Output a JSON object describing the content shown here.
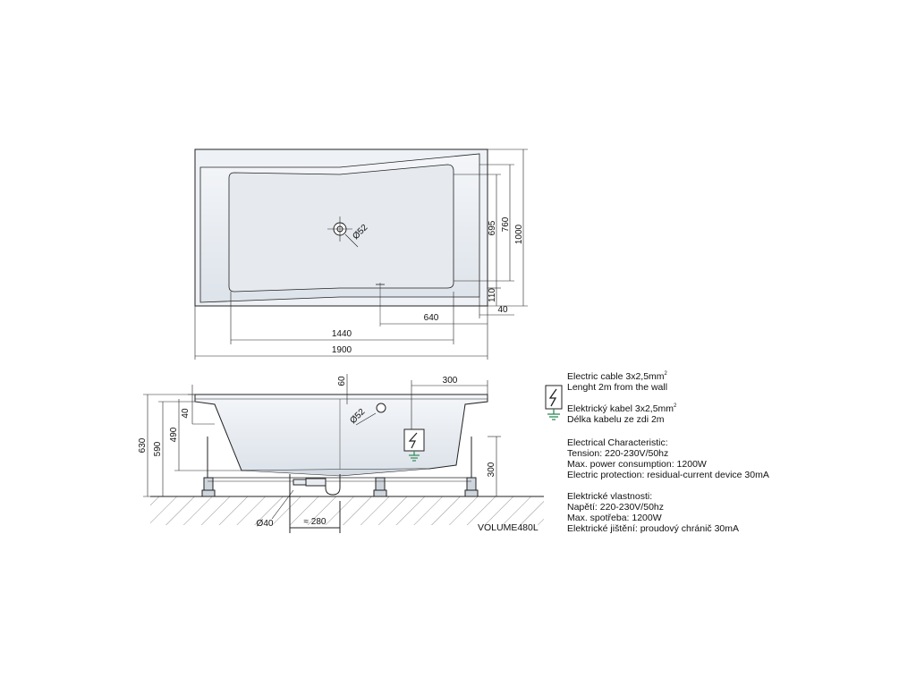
{
  "model": "VOLUME480L",
  "plan_view": {
    "dims": {
      "total_length": "1900",
      "inner_length": "1440",
      "drain_offset": "640",
      "edge_offset": "40",
      "total_width": "1000",
      "width_760": "760",
      "width_695": "695",
      "width_110": "110"
    },
    "drain_label": "Ø52"
  },
  "side_view": {
    "dims": {
      "total_height": "630",
      "height_590": "590",
      "height_490": "490",
      "rim_40": "40",
      "rim_60": "60",
      "offset_300": "300",
      "height_300": "300",
      "waste_pipe": "Ø40",
      "waste_offset": "≈ 280"
    },
    "overflow_label": "Ø52"
  },
  "notes": {
    "cable_en": "Electric cable 3x2,5mm",
    "cable_en_sup": "2",
    "length_en": "Lenght 2m from the wall",
    "cable_cz": "Elektrický kabel 3x2,5mm",
    "cable_cz_sup": "2",
    "length_cz": "Délka kabelu ze zdi 2m",
    "tech_en_title": "Electrical Characteristic:",
    "tech_en_tension": "Tension: 220-230V/50hz",
    "tech_en_power": "Max. power consumption: 1200W",
    "tech_en_protection": "Electric protection: residual-current device 30mA",
    "tech_cz_title": "Elektrické vlastnosti:",
    "tech_cz_tension": "Napětí: 220-230V/50hz",
    "tech_cz_power": "Max. spotřeba: 1200W",
    "tech_cz_protection": "Elektrické jištění: proudový chránič 30mA"
  },
  "colors": {
    "line": "#222222",
    "tub_fill": "#e9edf2",
    "tub_shade": "#d3dae2",
    "ground_green": "#2e8b57"
  },
  "icons": [
    "lightning-warning-icon",
    "ground-symbol-icon"
  ]
}
